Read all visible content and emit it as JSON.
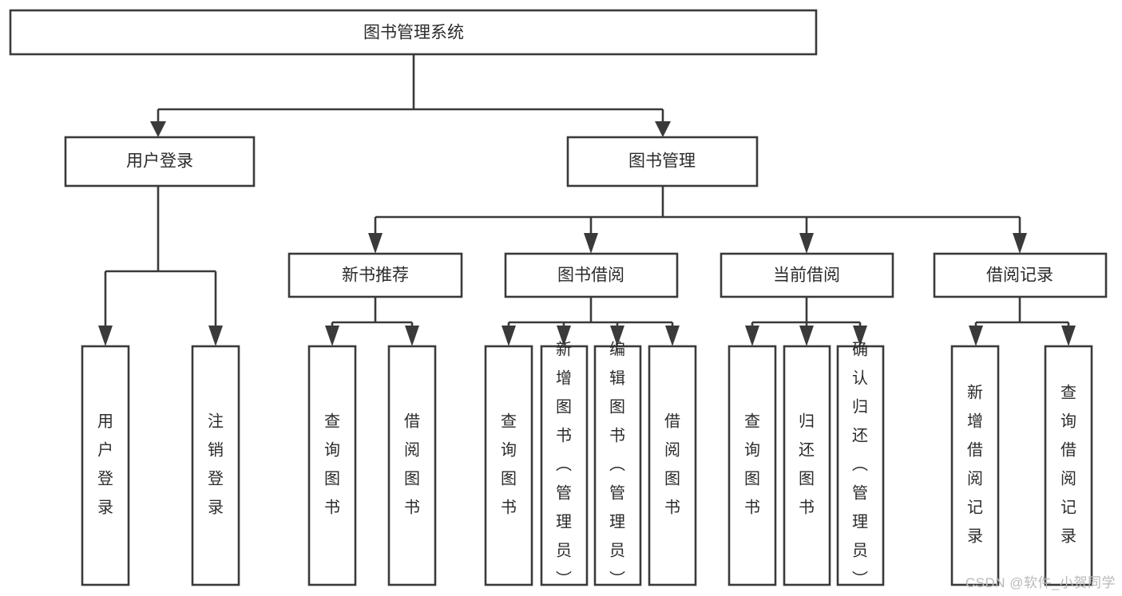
{
  "diagram": {
    "type": "tree",
    "title": "图书管理系统",
    "orientation": "top-down",
    "style": {
      "box_fill": "#ffffff",
      "box_stroke": "#3a3a3a",
      "text_color": "#2b2b2b",
      "background": "#ffffff",
      "watermark_color": "#b9b9b9"
    },
    "root": {
      "id": "root",
      "label": "图书管理系统",
      "orientation": "horizontal"
    },
    "level2": [
      {
        "id": "user-login",
        "label": "用户登录",
        "orientation": "horizontal"
      },
      {
        "id": "book-manage",
        "label": "图书管理",
        "orientation": "horizontal"
      }
    ],
    "level3": [
      {
        "id": "new-book-recommend",
        "label": "新书推荐",
        "orientation": "horizontal",
        "parent": "book-manage"
      },
      {
        "id": "book-borrow",
        "label": "图书借阅",
        "orientation": "horizontal",
        "parent": "book-manage"
      },
      {
        "id": "current-borrow",
        "label": "当前借阅",
        "orientation": "horizontal",
        "parent": "book-manage"
      },
      {
        "id": "borrow-record",
        "label": "借阅记录",
        "orientation": "horizontal",
        "parent": "book-manage"
      }
    ],
    "leaves": [
      {
        "id": "leaf-user-login",
        "label": "用户登录",
        "orientation": "vertical",
        "parent": "user-login"
      },
      {
        "id": "leaf-logout-login",
        "label": "注销登录",
        "orientation": "vertical",
        "parent": "user-login"
      },
      {
        "id": "leaf-query-book-1",
        "label": "查询图书",
        "orientation": "vertical",
        "parent": "new-book-recommend"
      },
      {
        "id": "leaf-borrow-book-1",
        "label": "借阅图书",
        "orientation": "vertical",
        "parent": "new-book-recommend"
      },
      {
        "id": "leaf-query-book-2",
        "label": "查询图书",
        "orientation": "vertical",
        "parent": "book-borrow"
      },
      {
        "id": "leaf-add-book",
        "label": "新增图书（管理员）",
        "orientation": "vertical",
        "parent": "book-borrow"
      },
      {
        "id": "leaf-edit-book",
        "label": "编辑图书（管理员）",
        "orientation": "vertical",
        "parent": "book-borrow"
      },
      {
        "id": "leaf-borrow-book-2",
        "label": "借阅图书",
        "orientation": "vertical",
        "parent": "book-borrow"
      },
      {
        "id": "leaf-query-book-3",
        "label": "查询图书",
        "orientation": "vertical",
        "parent": "current-borrow"
      },
      {
        "id": "leaf-return-book",
        "label": "归还图书",
        "orientation": "vertical",
        "parent": "current-borrow"
      },
      {
        "id": "leaf-confirm-return",
        "label": "确认归还（管理员）",
        "orientation": "vertical",
        "parent": "current-borrow"
      },
      {
        "id": "leaf-add-record",
        "label": "新增借阅记录",
        "orientation": "vertical",
        "parent": "borrow-record"
      },
      {
        "id": "leaf-query-record",
        "label": "查询借阅记录",
        "orientation": "vertical",
        "parent": "borrow-record"
      }
    ]
  },
  "watermark": {
    "text": "CSDN @软件_小贺同学"
  }
}
